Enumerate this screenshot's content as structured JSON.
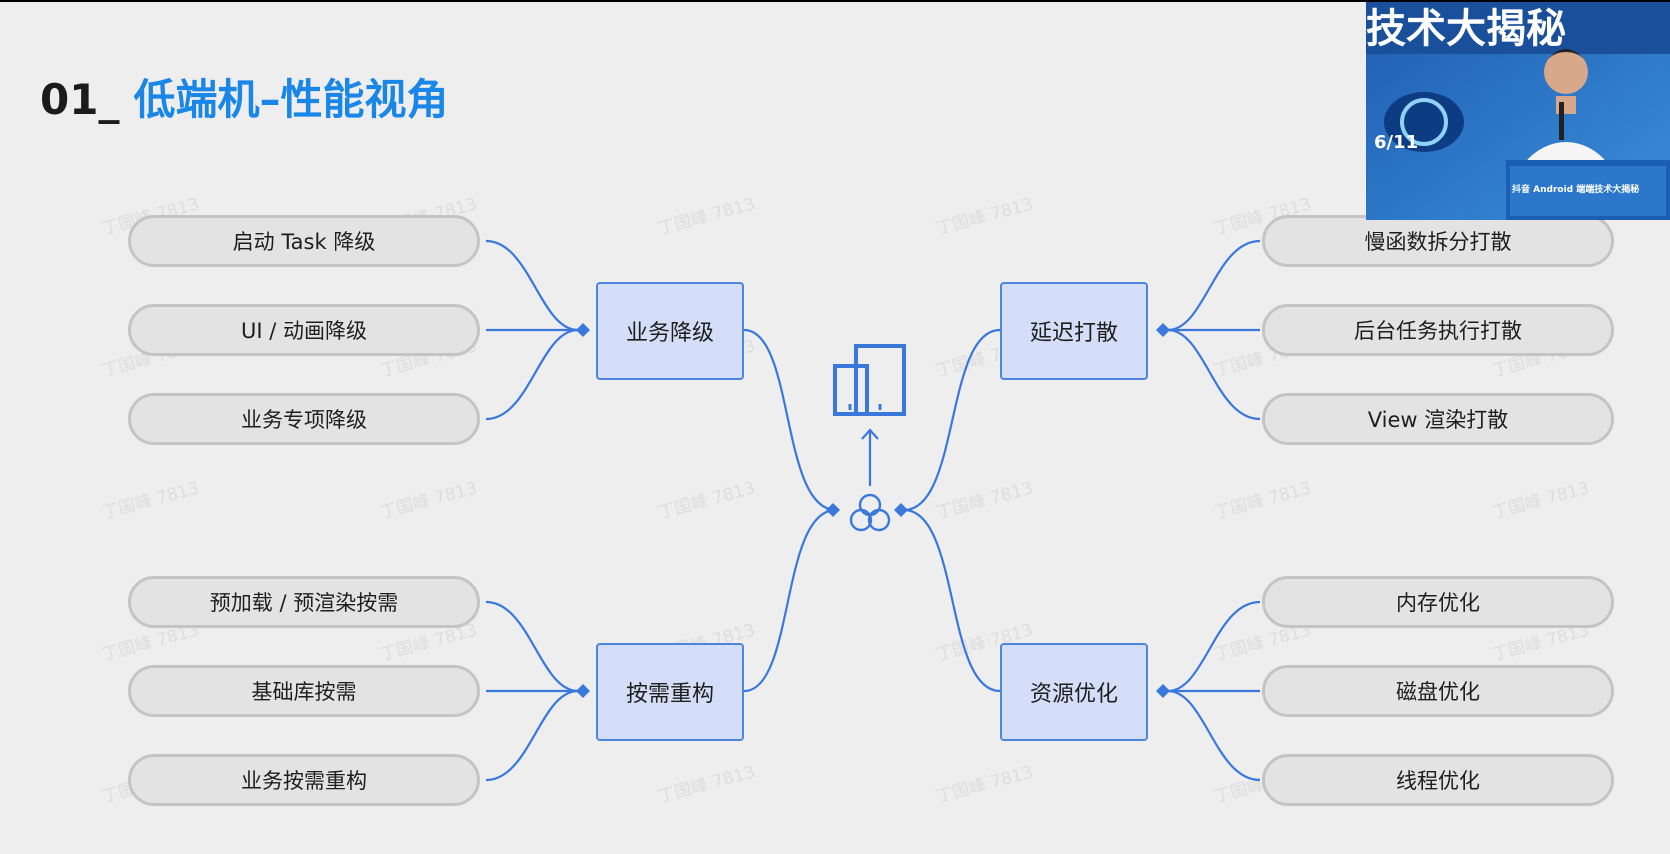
{
  "title": {
    "number": "01_",
    "text": "低端机–性能视角"
  },
  "watermark": "丁国峰 7813",
  "left_top": {
    "category": "业务降级",
    "items": [
      "启动 Task 降级",
      "UI / 动画降级",
      "业务专项降级"
    ]
  },
  "left_bottom": {
    "category": "按需重构",
    "items": [
      "预加载 / 预渲染按需",
      "基础库按需",
      "业务按需重构"
    ]
  },
  "right_top": {
    "category": "延迟打散",
    "items": [
      "慢函数拆分打散",
      "后台任务执行打散",
      "View 渲染打散"
    ]
  },
  "right_bottom": {
    "category": "资源优化",
    "items": [
      "内存优化",
      "磁盘优化",
      "线程优化"
    ]
  },
  "center_icons": [
    "devices-icon",
    "arrow-up-icon",
    "three-circles-icon"
  ],
  "colors": {
    "accent": "#1a86e8",
    "line": "#3a78db",
    "category_fill": "#d5def8",
    "pill_fill": "#e3e3e4"
  },
  "video": {
    "banner_text": "技术大揭秘",
    "date_fragment": "6/11",
    "podium_text": "抖音 Android 端端技术大揭秘"
  }
}
